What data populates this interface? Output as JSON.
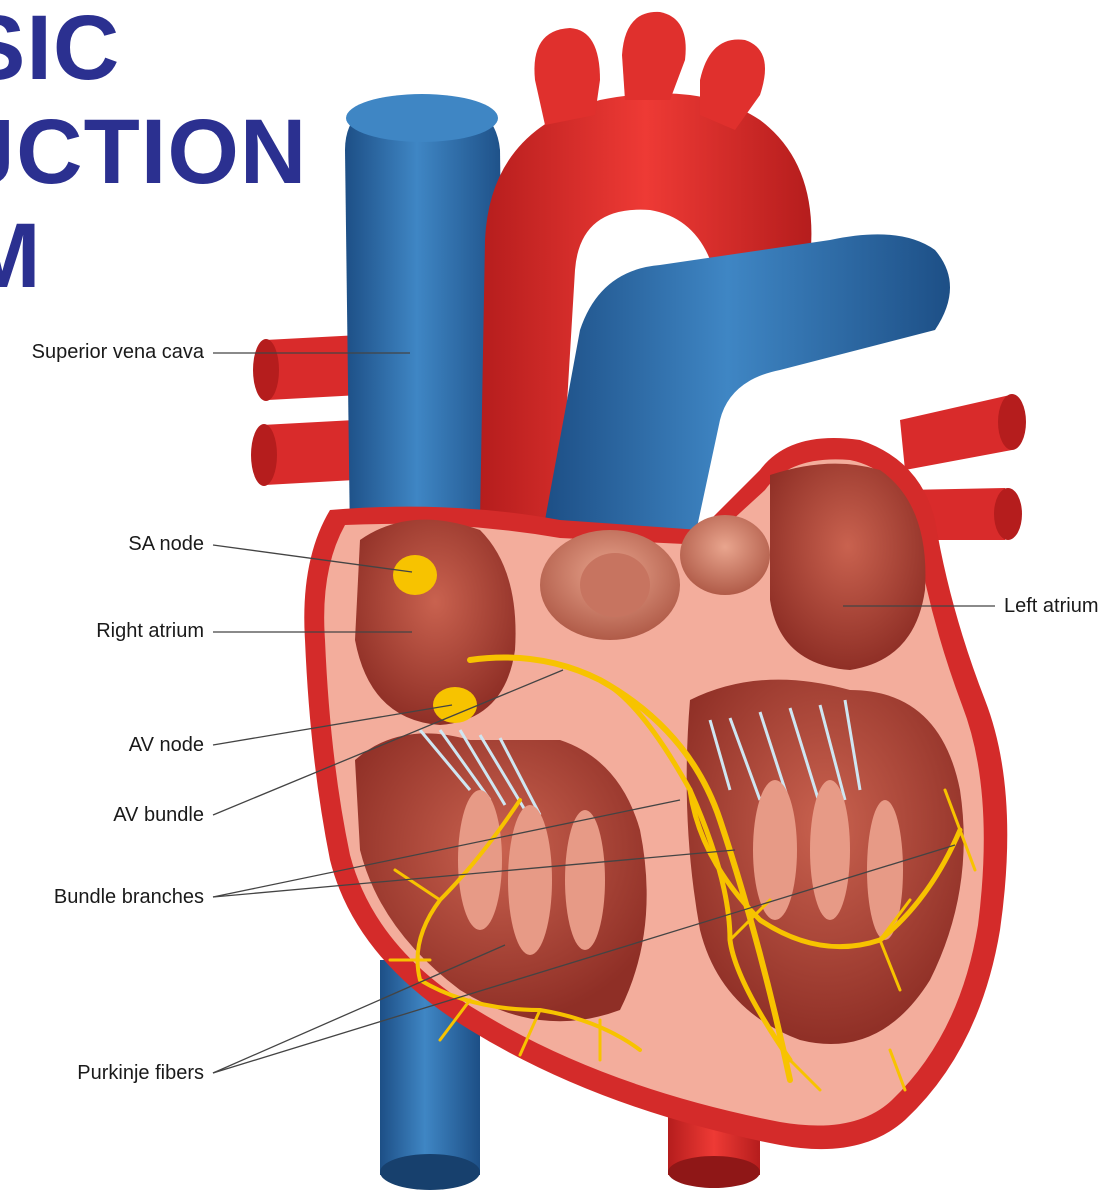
{
  "title_lines": [
    "SIC",
    "JCTION",
    "M"
  ],
  "labels": {
    "superior_vena_cava": "Superior vena cava",
    "sa_node": "SA node",
    "right_atrium": "Right atrium",
    "av_node": "AV node",
    "av_bundle": "AV bundle",
    "bundle_branches": "Bundle branches",
    "purkinje_fibers": "Purkinje fibers",
    "left_atrium": "Left atrium"
  },
  "colors": {
    "title": "#2b3090",
    "vein_blue": "#2f6fad",
    "artery_red": "#d92b2b",
    "muscle_pink": "#f2a99a",
    "chamber": "#b8473a",
    "conduction_yellow": "#f7c300"
  }
}
